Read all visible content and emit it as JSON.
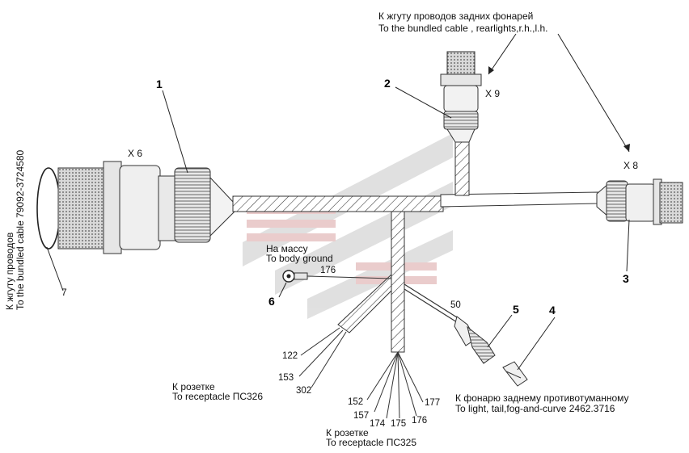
{
  "labels": {
    "top_ru": "К жгуту проводов задних фонарей",
    "top_en": "To the bundled cable , rearlights,r.h.,l.h.",
    "left_ru": "К жгуту проводов",
    "left_en": "To the bundled cable 79092-3724580",
    "ground_ru": "На массу",
    "ground_en": "To body ground",
    "rec326_ru": "К розетке",
    "rec326_en": "To receptacle ПС326",
    "rec325_ru": "К розетке",
    "rec325_en": "To receptacle ПС325",
    "fog_ru": "К фонарю заднему противотуманному",
    "fog_en": "To light, tail,fog-and-curve 2462.3716"
  },
  "connectors": {
    "x6": "X 6",
    "x9": "X 9",
    "x8": "X 8"
  },
  "callouts": {
    "c1": "1",
    "c2": "2",
    "c3": "3",
    "c4": "4",
    "c5": "5",
    "c6": "6",
    "c7": "7"
  },
  "wires": {
    "w176_ground": "176",
    "w50": "50",
    "w122": "122",
    "w153": "153",
    "w302": "302",
    "w152": "152",
    "w157": "157",
    "w174": "174",
    "w175": "175",
    "w176": "176",
    "w177": "177"
  }
}
